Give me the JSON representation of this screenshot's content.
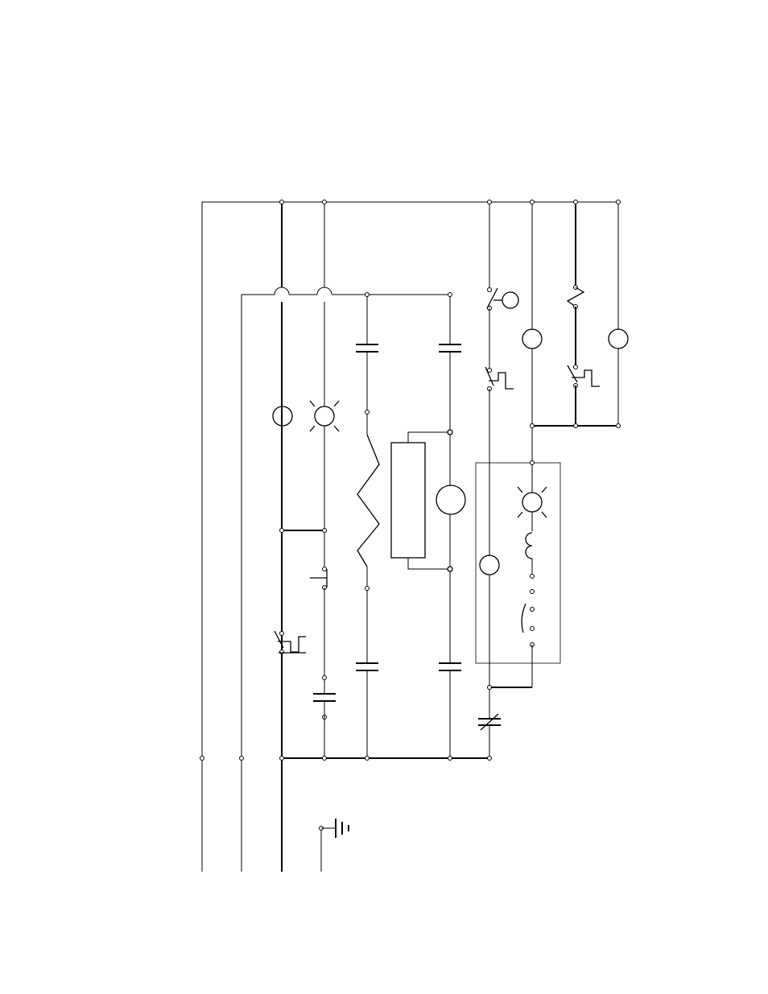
{
  "diagram": {
    "type": "electrical wiring schematic",
    "text_labels": [],
    "symbols": [
      "motor",
      "indicator-lamp",
      "resistor",
      "capacitor",
      "transformer-coil",
      "switch",
      "thermostat",
      "ground",
      "terminal-node"
    ],
    "colors": {
      "line": "#000000",
      "background": "#ffffff"
    }
  }
}
